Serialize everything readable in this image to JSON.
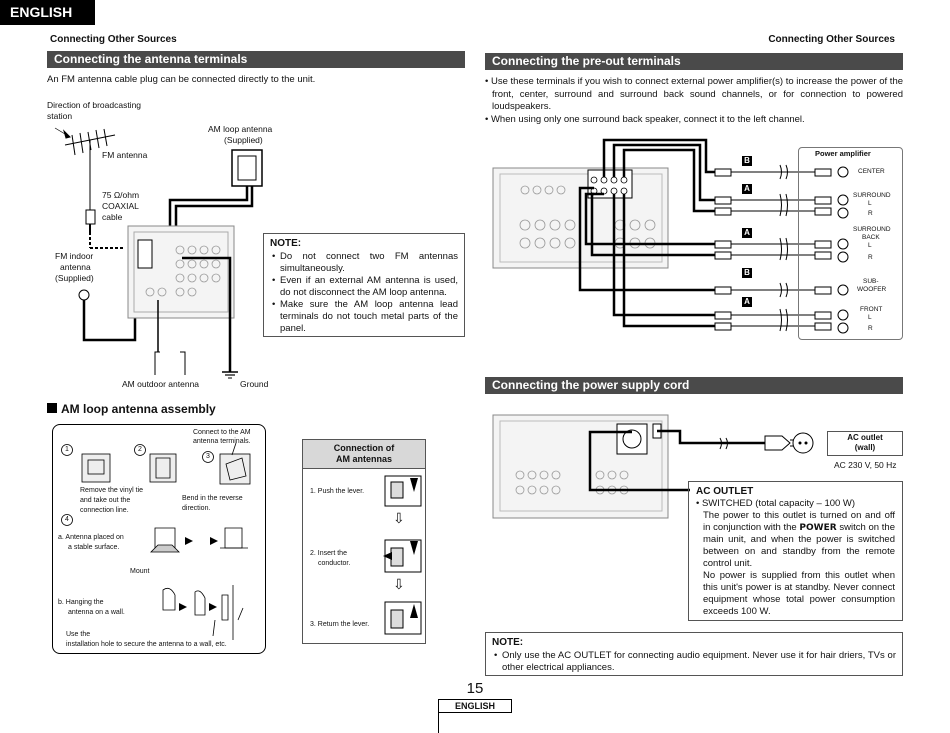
{
  "header": {
    "language_tab": "ENGLISH",
    "running_title_left": "Connecting Other Sources",
    "running_title_right": "Connecting Other Sources"
  },
  "antenna_section": {
    "title": "Connecting the antenna terminals",
    "intro": "An FM antenna cable plug can be connected directly to the unit.",
    "labels": {
      "direction": "Direction of broadcasting",
      "direction2": "station",
      "fm_antenna": "FM antenna",
      "am_loop": "AM loop antenna",
      "am_loop2": "(Supplied)",
      "coax1": "75 Ω/ohm",
      "coax2": "COAXIAL",
      "coax3": "cable",
      "fm_indoor1": "FM indoor",
      "fm_indoor2": "antenna",
      "fm_indoor3": "(Supplied)",
      "am_outdoor": "AM outdoor antenna",
      "ground": "Ground"
    },
    "note": {
      "title": "NOTE:",
      "items": [
        "Do not connect two FM antennas simultaneously.",
        "Even if an external AM antenna is used, do not disconnect the AM loop antenna.",
        "Make sure the AM loop antenna lead terminals do not touch metal parts of the panel."
      ]
    }
  },
  "assembly": {
    "title": "AM loop antenna assembly",
    "step_nums": [
      "1",
      "2",
      "3",
      "4"
    ],
    "connect_to": "Connect to the AM",
    "connect_to2": "antenna terminals.",
    "remove1": "Remove the vinyl tie",
    "remove2": "and take out the",
    "remove3": "connection line.",
    "bend1": "Bend in the reverse",
    "bend2": "direction.",
    "a1": "a. Antenna placed on",
    "a2": "a stable surface.",
    "mount": "Mount",
    "b1": "b. Hanging the",
    "b2": "antenna on a wall.",
    "use1": "Use the",
    "use2": "installation hole to secure the antenna to a wall, etc."
  },
  "connection": {
    "title1": "Connection of",
    "title2": "AM antennas",
    "steps": [
      "1. Push the lever.",
      "2. Insert the",
      "conductor.",
      "3. Return the lever."
    ],
    "arrow": "⇩"
  },
  "preout": {
    "title": "Connecting the pre-out terminals",
    "bullets": [
      "Use these terminals if you wish to connect external power amplifier(s) to increase the power of the front, center, surround and surround back sound channels, or for connection to powered loudspeakers.",
      "When using only one surround back speaker, connect it to the left channel."
    ],
    "power_amp": "Power amplifier",
    "letters": [
      "B",
      "A",
      "A",
      "B",
      "A"
    ],
    "channels": {
      "center": "CENTER",
      "surround": "SURROUND",
      "surround_back1": "SURROUND",
      "surround_back2": "BACK",
      "sub1": "SUB-",
      "sub2": "WOOFER",
      "front": "FRONT",
      "l": "L",
      "r": "R"
    }
  },
  "power": {
    "title": "Connecting the power supply cord",
    "ac_outlet_label1": "AC outlet",
    "ac_outlet_label2": "(wall)",
    "voltage": "AC 230 V,  50 Hz",
    "ac_out_title": "AC OUTLET",
    "ac_out_bullet": "SWITCHED (total capacity – 100 W)",
    "ac_out_p1a": "The power to this outlet is turned on and off in conjunction with the",
    "ac_out_power": "POWER",
    "ac_out_p1b": "switch on the main unit, and when the power is switched between on and standby from the remote control unit.",
    "ac_out_p2": "No power is supplied from this outlet when this unit's power is at standby. Never connect equipment whose total power consumption exceeds 100 W.",
    "note_title": "NOTE:",
    "note_item": "Only use the AC OUTLET for connecting audio equipment. Never use it for hair driers, TVs or other electrical appliances."
  },
  "footer": {
    "page_number": "15",
    "language_tab": "ENGLISH"
  }
}
